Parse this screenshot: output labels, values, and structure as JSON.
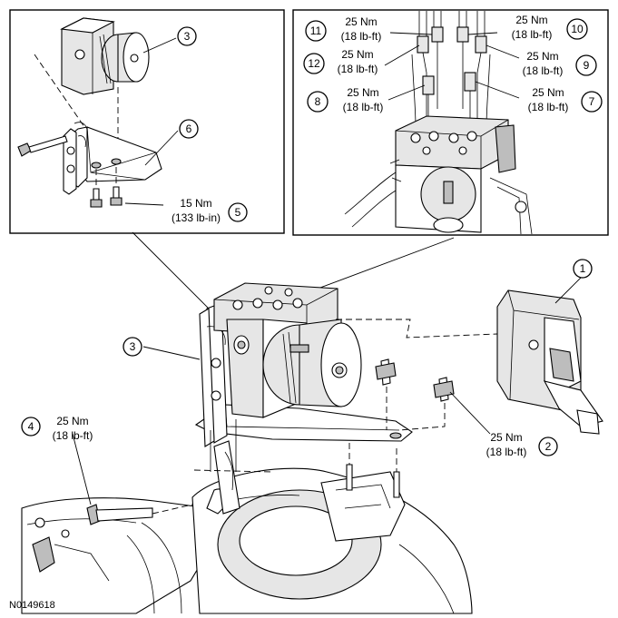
{
  "figure_code": "N0149618",
  "callouts": [
    {
      "num": "1"
    },
    {
      "num": "2",
      "torque_nm": "25 Nm",
      "torque_alt": "(18 lb-ft)"
    },
    {
      "num": "3"
    },
    {
      "num": "4",
      "torque_nm": "25 Nm",
      "torque_alt": "(18 lb-ft)"
    },
    {
      "num": "3"
    },
    {
      "num": "6"
    },
    {
      "num": "5",
      "torque_nm": "15 Nm",
      "torque_alt": "(133 lb-in)"
    },
    {
      "num": "11",
      "torque_nm": "25 Nm",
      "torque_alt": "(18 lb-ft)"
    },
    {
      "num": "10",
      "torque_nm": "25 Nm",
      "torque_alt": "(18 lb-ft)"
    },
    {
      "num": "12",
      "torque_nm": "25 Nm",
      "torque_alt": "(18 lb-ft)"
    },
    {
      "num": "9",
      "torque_nm": "25 Nm",
      "torque_alt": "(18 lb-ft)"
    },
    {
      "num": "8",
      "torque_nm": "25 Nm",
      "torque_alt": "(18 lb-ft)"
    },
    {
      "num": "7",
      "torque_nm": "25 Nm",
      "torque_alt": "(18 lb-ft)"
    }
  ]
}
